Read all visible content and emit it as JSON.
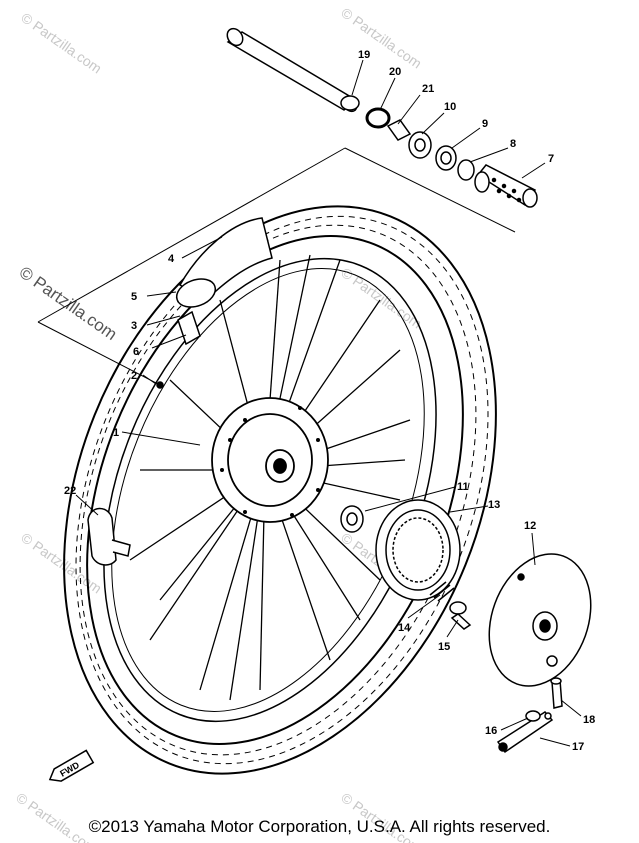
{
  "diagram": {
    "callouts": [
      {
        "id": "c1",
        "label": "1"
      },
      {
        "id": "c2",
        "label": "2"
      },
      {
        "id": "c3",
        "label": "3"
      },
      {
        "id": "c4",
        "label": "4"
      },
      {
        "id": "c5",
        "label": "5"
      },
      {
        "id": "c6",
        "label": "6"
      },
      {
        "id": "c7",
        "label": "7"
      },
      {
        "id": "c8",
        "label": "8"
      },
      {
        "id": "c9",
        "label": "9"
      },
      {
        "id": "c10",
        "label": "10"
      },
      {
        "id": "c11",
        "label": "11"
      },
      {
        "id": "c12",
        "label": "12"
      },
      {
        "id": "c13",
        "label": "13"
      },
      {
        "id": "c14",
        "label": "14"
      },
      {
        "id": "c15",
        "label": "15"
      },
      {
        "id": "c16",
        "label": "16"
      },
      {
        "id": "c17",
        "label": "17"
      },
      {
        "id": "c18",
        "label": "18"
      },
      {
        "id": "c19",
        "label": "19"
      },
      {
        "id": "c20",
        "label": "20"
      },
      {
        "id": "c21",
        "label": "21"
      },
      {
        "id": "c22",
        "label": "22"
      }
    ],
    "fwd_label": "FWD",
    "watermark": "© Partzilla.com",
    "copyright": "©2013  Yamaha Motor Corporation, U.S.A. All rights reserved."
  },
  "colors": {
    "line": "#000000",
    "watermark": "#c8c8c8",
    "background": "#ffffff"
  }
}
